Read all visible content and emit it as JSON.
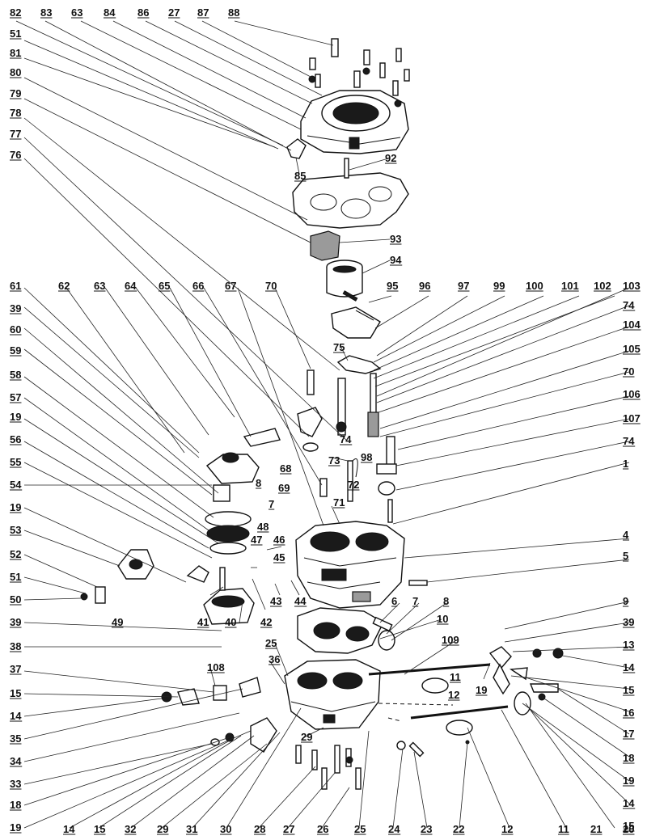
{
  "diagram": {
    "labels": [
      {
        "id": "t82",
        "text": "82"
      },
      {
        "id": "t83",
        "text": "83"
      },
      {
        "id": "t63a",
        "text": "63"
      },
      {
        "id": "t84",
        "text": "84"
      },
      {
        "id": "t86",
        "text": "86"
      },
      {
        "id": "t27a",
        "text": "27"
      },
      {
        "id": "t87",
        "text": "87"
      },
      {
        "id": "t88",
        "text": "88"
      },
      {
        "id": "l51a",
        "text": "51"
      },
      {
        "id": "l81",
        "text": "81"
      },
      {
        "id": "l80",
        "text": "80"
      },
      {
        "id": "l79",
        "text": "79"
      },
      {
        "id": "l78",
        "text": "78"
      },
      {
        "id": "l77",
        "text": "77"
      },
      {
        "id": "l76",
        "text": "76"
      },
      {
        "id": "c85",
        "text": "85"
      },
      {
        "id": "c92",
        "text": "92"
      },
      {
        "id": "c93",
        "text": "93"
      },
      {
        "id": "c94",
        "text": "94"
      },
      {
        "id": "m61",
        "text": "61"
      },
      {
        "id": "m62",
        "text": "62"
      },
      {
        "id": "m63",
        "text": "63"
      },
      {
        "id": "m64",
        "text": "64"
      },
      {
        "id": "m65",
        "text": "65"
      },
      {
        "id": "m66",
        "text": "66"
      },
      {
        "id": "m67",
        "text": "67"
      },
      {
        "id": "m70a",
        "text": "70"
      },
      {
        "id": "m95",
        "text": "95"
      },
      {
        "id": "m96",
        "text": "96"
      },
      {
        "id": "m97",
        "text": "97"
      },
      {
        "id": "m99",
        "text": "99"
      },
      {
        "id": "m100",
        "text": "100"
      },
      {
        "id": "m101",
        "text": "101"
      },
      {
        "id": "m102",
        "text": "102"
      },
      {
        "id": "m103",
        "text": "103"
      },
      {
        "id": "r74a",
        "text": "74"
      },
      {
        "id": "r104",
        "text": "104"
      },
      {
        "id": "r105",
        "text": "105"
      },
      {
        "id": "r70",
        "text": "70"
      },
      {
        "id": "r106",
        "text": "106"
      },
      {
        "id": "r107",
        "text": "107"
      },
      {
        "id": "r74b",
        "text": "74"
      },
      {
        "id": "r1",
        "text": "1"
      },
      {
        "id": "l39a",
        "text": "39"
      },
      {
        "id": "l60",
        "text": "60"
      },
      {
        "id": "l59",
        "text": "59"
      },
      {
        "id": "l58",
        "text": "58"
      },
      {
        "id": "l57",
        "text": "57"
      },
      {
        "id": "l19a",
        "text": "19"
      },
      {
        "id": "l56",
        "text": "56"
      },
      {
        "id": "l55",
        "text": "55"
      },
      {
        "id": "l54",
        "text": "54"
      },
      {
        "id": "l19b",
        "text": "19"
      },
      {
        "id": "l53",
        "text": "53"
      },
      {
        "id": "l52",
        "text": "52"
      },
      {
        "id": "l51b",
        "text": "51"
      },
      {
        "id": "l50",
        "text": "50"
      },
      {
        "id": "l39b",
        "text": "39"
      },
      {
        "id": "l38",
        "text": "38"
      },
      {
        "id": "l37",
        "text": "37"
      },
      {
        "id": "l15a",
        "text": "15"
      },
      {
        "id": "l14a",
        "text": "14"
      },
      {
        "id": "l35",
        "text": "35"
      },
      {
        "id": "l34",
        "text": "34"
      },
      {
        "id": "l33",
        "text": "33"
      },
      {
        "id": "l18a",
        "text": "18"
      },
      {
        "id": "l19c",
        "text": "19"
      },
      {
        "id": "c75",
        "text": "75"
      },
      {
        "id": "c74c",
        "text": "74"
      },
      {
        "id": "c98",
        "text": "98"
      },
      {
        "id": "c73",
        "text": "73"
      },
      {
        "id": "c72",
        "text": "72"
      },
      {
        "id": "c68",
        "text": "68"
      },
      {
        "id": "c69",
        "text": "69"
      },
      {
        "id": "c71",
        "text": "71"
      },
      {
        "id": "c8a",
        "text": "8"
      },
      {
        "id": "c7a",
        "text": "7"
      },
      {
        "id": "c48",
        "text": "48"
      },
      {
        "id": "c47",
        "text": "47"
      },
      {
        "id": "c46",
        "text": "46"
      },
      {
        "id": "c45",
        "text": "45"
      },
      {
        "id": "c49",
        "text": "49"
      },
      {
        "id": "c41",
        "text": "41"
      },
      {
        "id": "c40",
        "text": "40"
      },
      {
        "id": "c42",
        "text": "42"
      },
      {
        "id": "c43",
        "text": "43"
      },
      {
        "id": "c44",
        "text": "44"
      },
      {
        "id": "r4",
        "text": "4"
      },
      {
        "id": "r5",
        "text": "5"
      },
      {
        "id": "c6",
        "text": "6"
      },
      {
        "id": "c7b",
        "text": "7"
      },
      {
        "id": "c8b",
        "text": "8"
      },
      {
        "id": "r9",
        "text": "9"
      },
      {
        "id": "c10",
        "text": "10"
      },
      {
        "id": "r39",
        "text": "39"
      },
      {
        "id": "r13",
        "text": "13"
      },
      {
        "id": "r14a",
        "text": "14"
      },
      {
        "id": "r15a",
        "text": "15"
      },
      {
        "id": "r16",
        "text": "16"
      },
      {
        "id": "r17",
        "text": "17"
      },
      {
        "id": "r18",
        "text": "18"
      },
      {
        "id": "r19",
        "text": "19"
      },
      {
        "id": "r14b",
        "text": "14"
      },
      {
        "id": "r15b",
        "text": "15"
      },
      {
        "id": "c109",
        "text": "109"
      },
      {
        "id": "c11a",
        "text": "11"
      },
      {
        "id": "c12a",
        "text": "12"
      },
      {
        "id": "c19d",
        "text": "19"
      },
      {
        "id": "c25a",
        "text": "25"
      },
      {
        "id": "c36",
        "text": "36"
      },
      {
        "id": "c108",
        "text": "108"
      },
      {
        "id": "c29a",
        "text": "29"
      },
      {
        "id": "b14",
        "text": "14"
      },
      {
        "id": "b15",
        "text": "15"
      },
      {
        "id": "b32",
        "text": "32"
      },
      {
        "id": "b29",
        "text": "29"
      },
      {
        "id": "b31",
        "text": "31"
      },
      {
        "id": "b30",
        "text": "30"
      },
      {
        "id": "b28",
        "text": "28"
      },
      {
        "id": "b27",
        "text": "27"
      },
      {
        "id": "b26",
        "text": "26"
      },
      {
        "id": "b25",
        "text": "25"
      },
      {
        "id": "b24",
        "text": "24"
      },
      {
        "id": "b23",
        "text": "23"
      },
      {
        "id": "b22",
        "text": "22"
      },
      {
        "id": "b12",
        "text": "12"
      },
      {
        "id": "b11",
        "text": "11"
      },
      {
        "id": "b21",
        "text": "21"
      },
      {
        "id": "b20",
        "text": "20"
      }
    ]
  }
}
